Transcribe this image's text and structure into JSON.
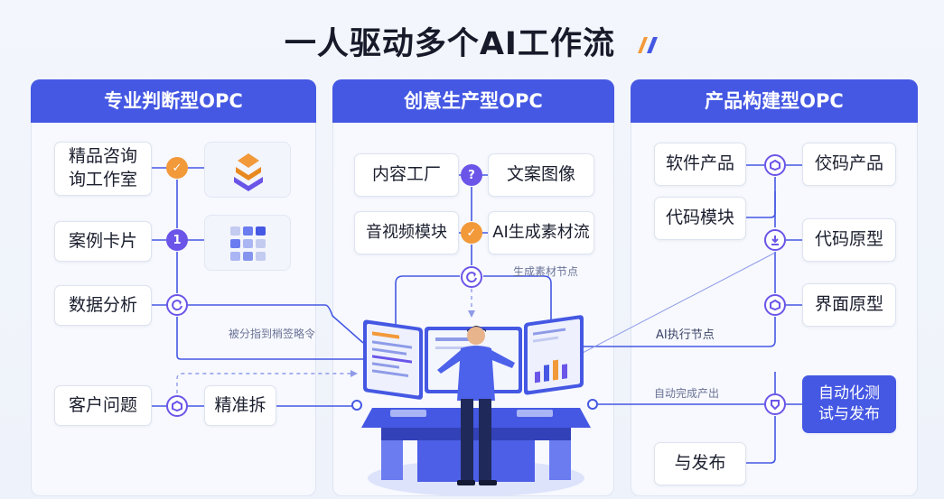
{
  "title": "一人驱动多个AI工作流",
  "colors": {
    "primary": "#4558e3",
    "accent_orange": "#f2993a",
    "accent_purple": "#6a55e8"
  },
  "panels": [
    {
      "title": "专业判断型OPC",
      "items": [
        "精品咨询询工作室",
        "案例卡片",
        "数据分析",
        "客户问题",
        "精准拆"
      ],
      "annotation": "被分指到梢签略令"
    },
    {
      "title": "创意生产型OPC",
      "items": [
        "内容工厂",
        "文案图像",
        "音视频模块",
        "AI生成素材流"
      ],
      "annotation": "生成素材节点"
    },
    {
      "title": "产品构建型OPC",
      "items": [
        "软件产品",
        "佼码产品",
        "代码模块",
        "代码原型",
        "界面原型",
        "自动化测试与发布",
        "与发布"
      ],
      "annotations": [
        "AI执行节点",
        "自动完成产出"
      ]
    }
  ],
  "nodes": {
    "check": "✓",
    "one": "1",
    "question": "?"
  },
  "icons": [
    "layers-logo-icon",
    "grid-app-icon",
    "check-icon",
    "number-one-icon",
    "refresh-icon",
    "cycle-icon",
    "question-icon",
    "hexagon-icon",
    "download-icon",
    "shield-icon"
  ]
}
